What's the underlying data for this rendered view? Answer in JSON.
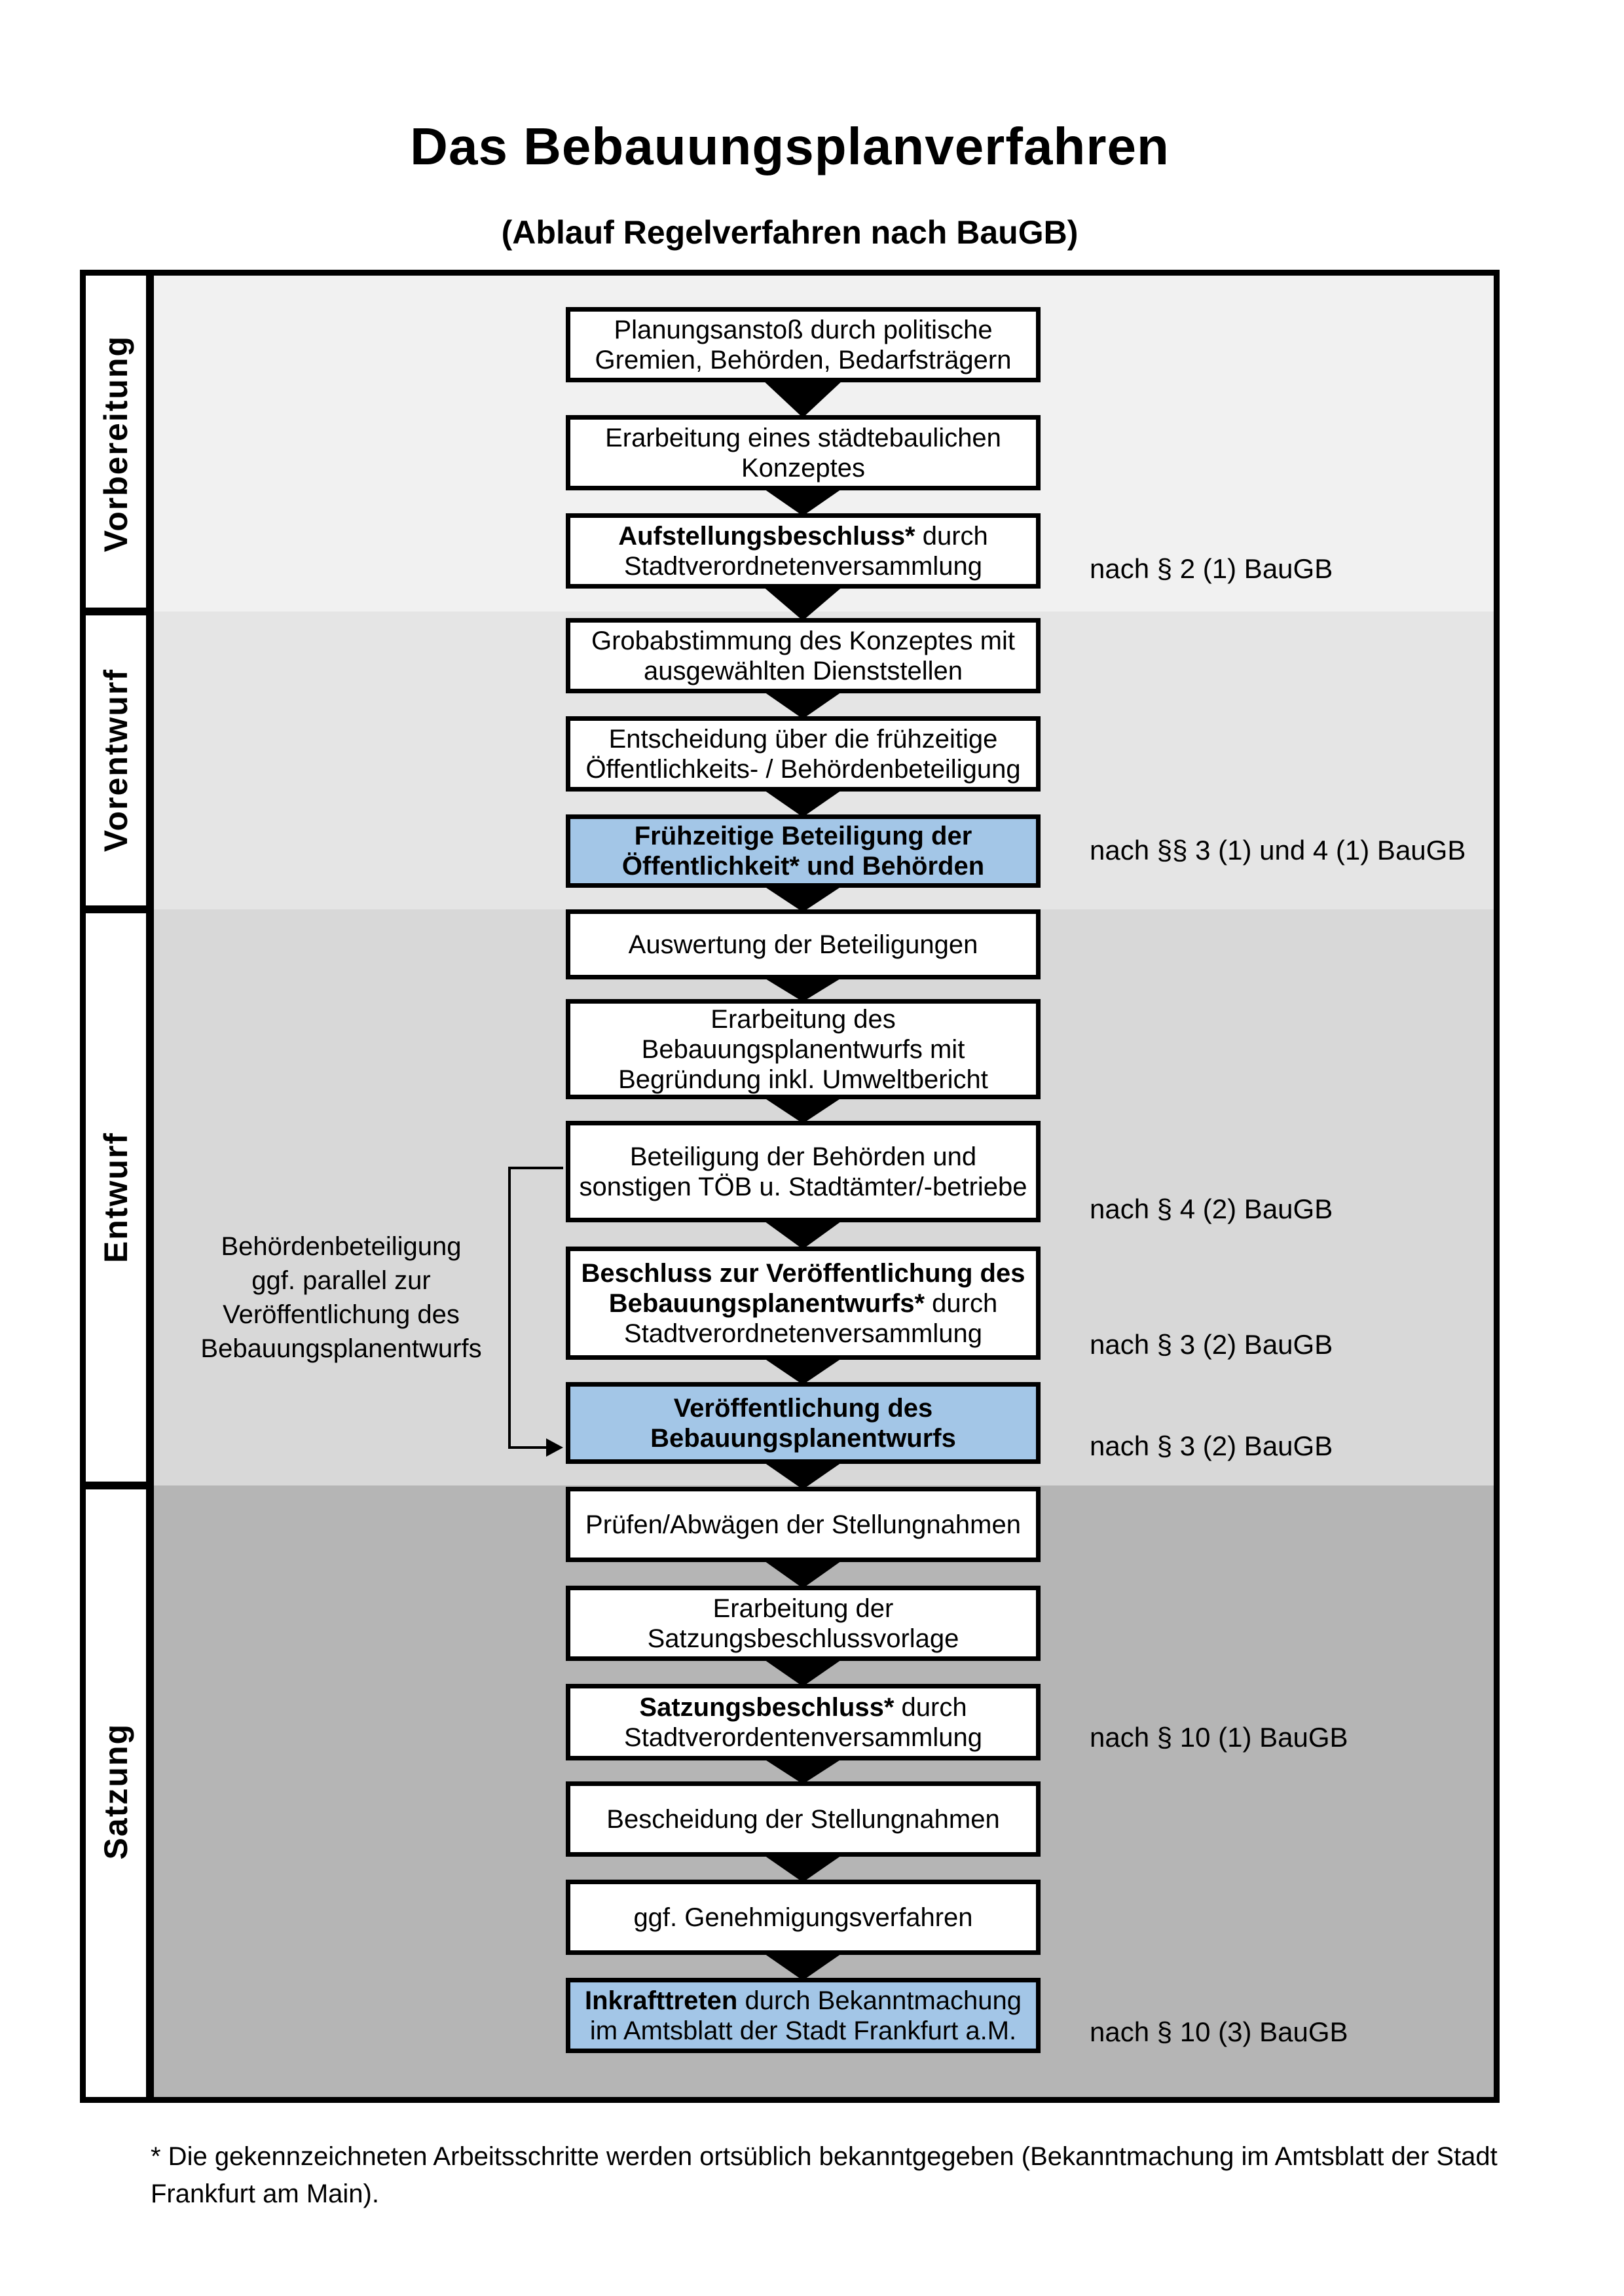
{
  "header": {
    "title": "Das Bebauungsplanverfahren",
    "subtitle": "(Ablauf Regelverfahren nach BauGB)"
  },
  "colors": {
    "highlight_blue": "#A3C6E7",
    "section_bgs": [
      "#F1F1F1",
      "#E5E5E5",
      "#D8D8D8",
      "#B5B5B5"
    ],
    "border_black": "#000000"
  },
  "sections": [
    {
      "label": "Vorbereitung"
    },
    {
      "label": "Vorentwurf"
    },
    {
      "label": "Entwurf"
    },
    {
      "label": "Satzung"
    }
  ],
  "flow": {
    "boxes": [
      {
        "lines": [
          "Planungsanstoß durch politische",
          "Gremien, Behörden, Bedarfsträgern"
        ]
      },
      {
        "lines": [
          "Erarbeitung eines städtebaulichen",
          "Konzeptes"
        ]
      },
      {
        "lines": [
          [
            {
              "t": "Aufstellungsbeschluss*",
              "b": true
            },
            {
              "t": " durch",
              "b": false
            }
          ],
          "Stadtverordnetenversammlung"
        ]
      },
      {
        "lines": [
          "Grobabstimmung des Konzeptes mit",
          "ausgewählten Dienststellen"
        ]
      },
      {
        "lines": [
          "Entscheidung über die frühzeitige",
          "Öffentlichkeits- / Behördenbeteiligung"
        ]
      },
      {
        "highlight": true,
        "bold": true,
        "lines": [
          "Frühzeitige Beteiligung der",
          "Öffentlichkeit* und Behörden"
        ]
      },
      {
        "lines": [
          "Auswertung der Beteiligungen"
        ]
      },
      {
        "lines": [
          "Erarbeitung des",
          "Bebauungsplanentwurfs mit",
          "Begründung inkl. Umweltbericht"
        ]
      },
      {
        "lines": [
          "Beteiligung der Behörden und",
          "sonstigen TÖB u. Stadtämter/-betriebe"
        ]
      },
      {
        "lines": [
          [
            {
              "t": "Beschluss zur Veröffentlichung des",
              "b": true
            }
          ],
          [
            {
              "t": "Bebauungsplanentwurfs*",
              "b": true
            },
            {
              "t": " durch",
              "b": false
            }
          ],
          "Stadtverordnetenversammlung"
        ]
      },
      {
        "highlight": true,
        "bold": true,
        "lines": [
          "Veröffentlichung des",
          "Bebauungsplanentwurfs"
        ]
      },
      {
        "lines": [
          "Prüfen/Abwägen der Stellungnahmen"
        ]
      },
      {
        "lines": [
          "Erarbeitung der",
          "Satzungsbeschlussvorlage"
        ]
      },
      {
        "lines": [
          [
            {
              "t": "Satzungsbeschluss*",
              "b": true
            },
            {
              "t": " durch",
              "b": false
            }
          ],
          "Stadtverordentenversammlung"
        ]
      },
      {
        "lines": [
          "Bescheidung der Stellungnahmen"
        ]
      },
      {
        "lines": [
          "ggf. Genehmigungsverfahren"
        ]
      },
      {
        "highlight": true,
        "lines": [
          [
            {
              "t": "Inkrafttreten",
              "b": true
            },
            {
              "t": " durch Bekanntmachung",
              "b": false
            }
          ],
          "im Amtsblatt der Stadt Frankfurt a.M."
        ]
      }
    ]
  },
  "references": [
    "nach § 2 (1) BauGB",
    "nach §§ 3 (1) und 4 (1) BauGB",
    "nach § 4 (2) BauGB",
    "nach § 3 (2) BauGB",
    "nach § 3 (2) BauGB",
    "nach § 10 (1) BauGB",
    "nach § 10 (3) BauGB"
  ],
  "annotation": {
    "lines": [
      "Behördenbeteiligung",
      "ggf. parallel zur",
      "Veröffentlichung des",
      "Bebauungsplanentwurfs"
    ]
  },
  "footnote": {
    "line1": "* Die gekennzeichneten Arbeitsschritte werden ortsüblich bekanntgegeben (Bekanntmachung im Amtsblatt  der Stadt",
    "line2": "Frankfurt am Main)."
  }
}
